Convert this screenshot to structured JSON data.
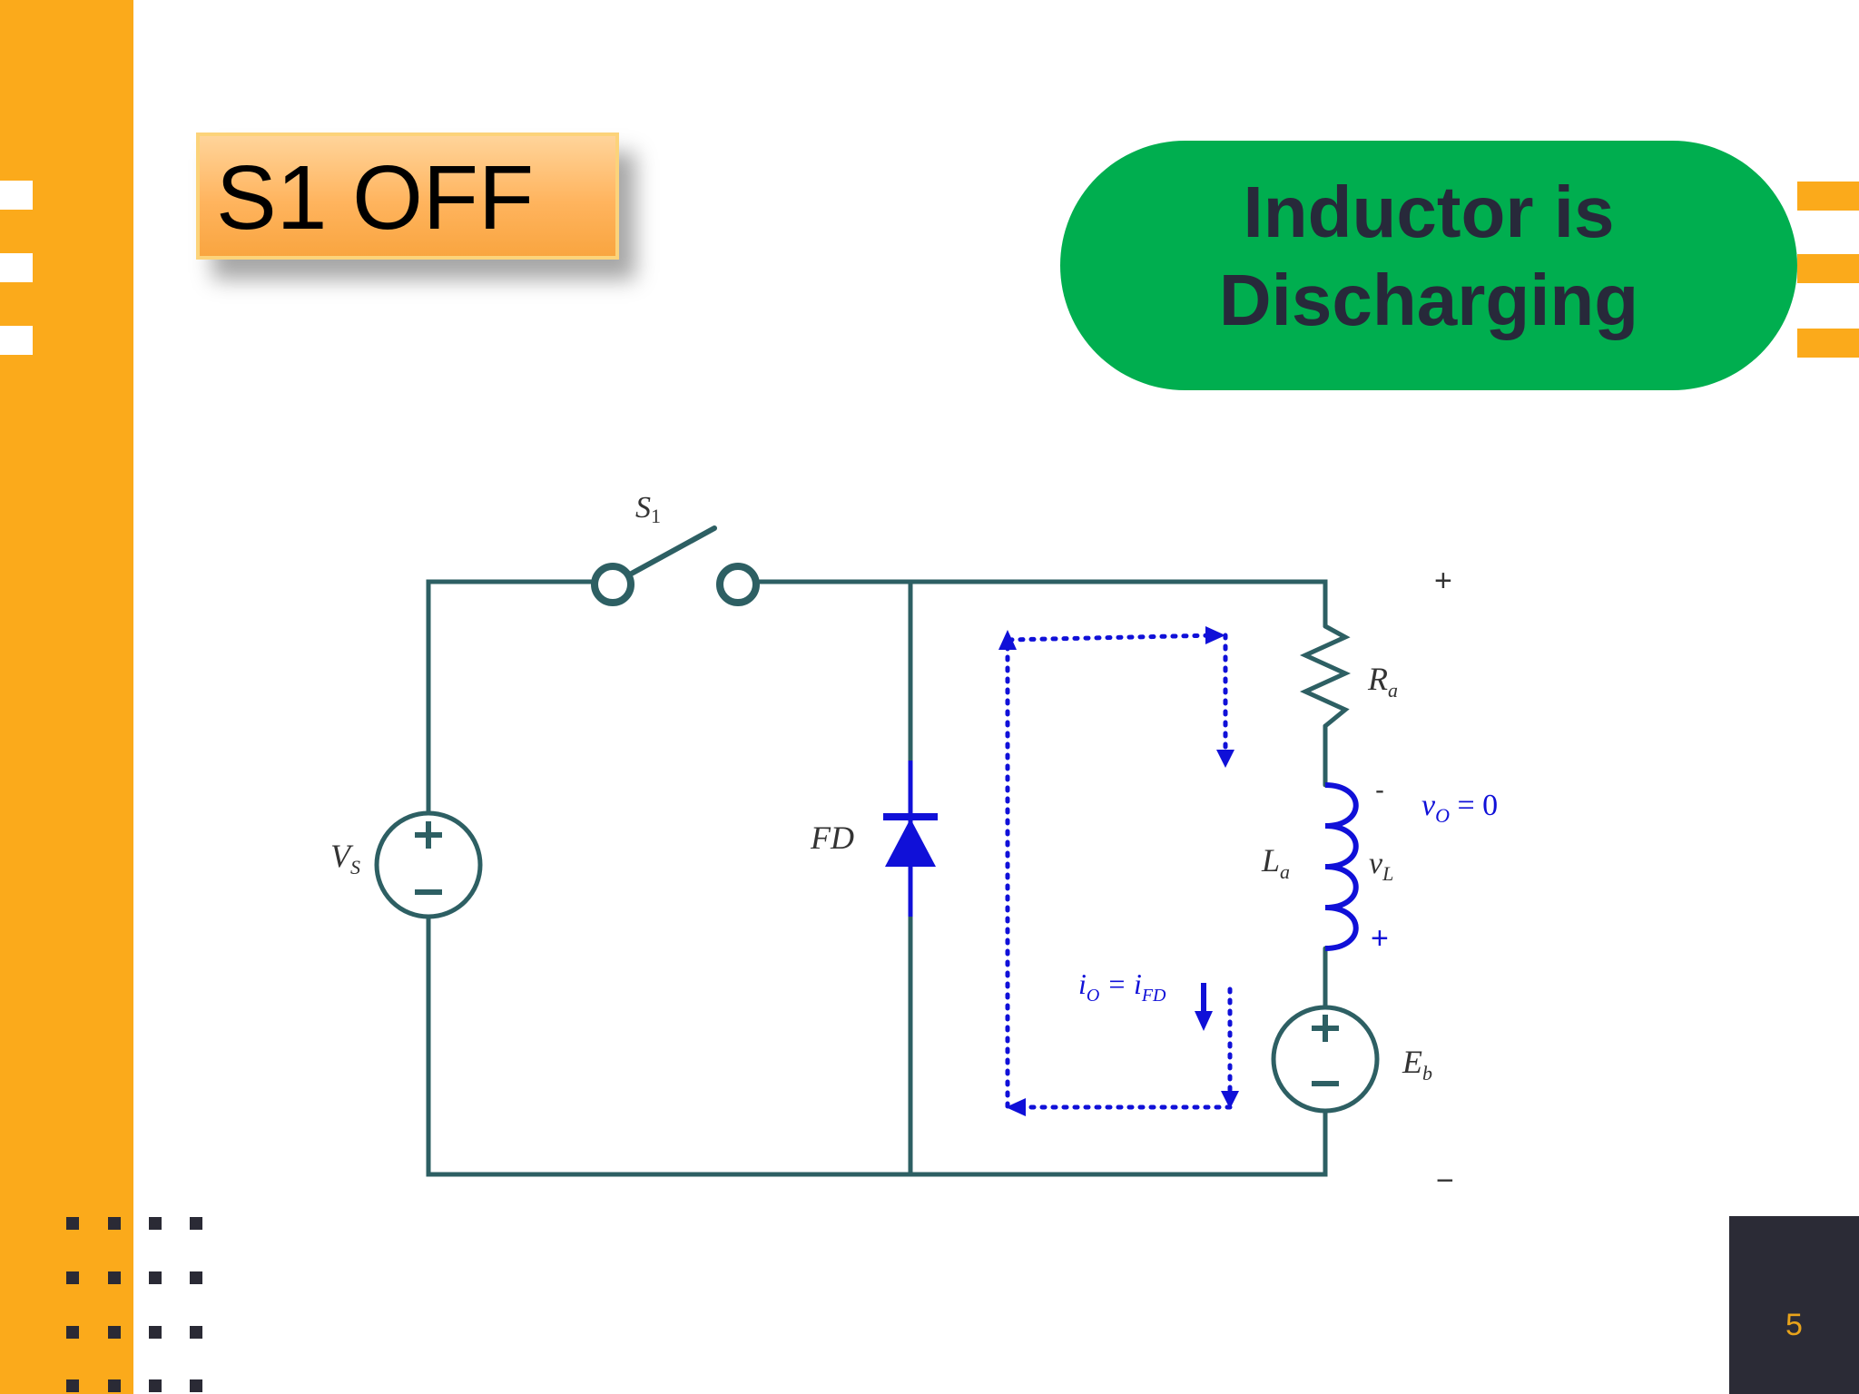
{
  "slide": {
    "title": "S1 OFF",
    "status": "Inductor is Discharging",
    "page_number": "5"
  },
  "circuit": {
    "switch_label": "S",
    "switch_sub": "1",
    "source_label": "V",
    "source_sub": "S",
    "diode_label": "FD",
    "resistor_label": "R",
    "resistor_sub": "a",
    "inductor_label": "L",
    "inductor_sub": "a",
    "inductor_voltage": "v",
    "inductor_voltage_sub": "L",
    "output_voltage": "v",
    "output_voltage_sub": "O",
    "output_voltage_value": " = 0",
    "current_a": "i",
    "current_a_sub": "O",
    "current_eq": " = i",
    "current_b_sub": "FD",
    "emf_label": "E",
    "emf_sub": "b",
    "top_plus": "+",
    "bottom_minus": "−",
    "inductor_minus": "-",
    "inductor_plus": "+"
  },
  "colors": {
    "accent_orange": "#FBAA1B",
    "pill_green": "#00AE4F",
    "circuit_wire": "#2D5F63",
    "current_blue": "#1010D8",
    "dark_text": "#27293A"
  }
}
